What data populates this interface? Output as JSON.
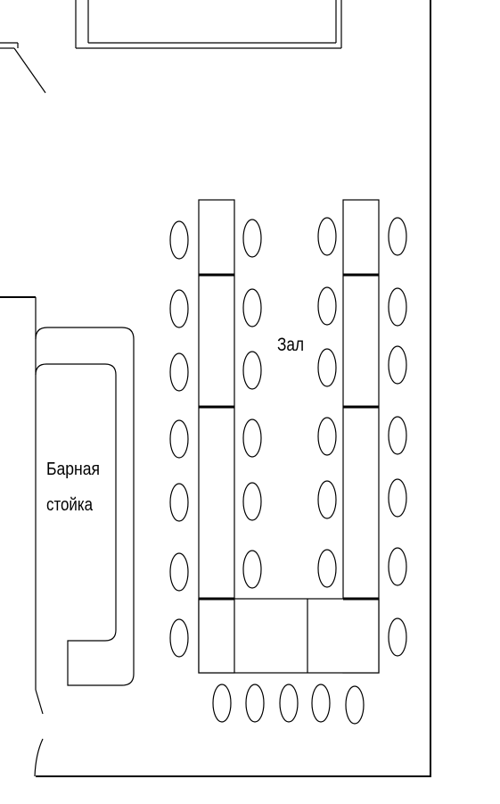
{
  "labels": {
    "hall": "Зал",
    "bar_line1": "Барная",
    "bar_line2": "стойка"
  }
}
